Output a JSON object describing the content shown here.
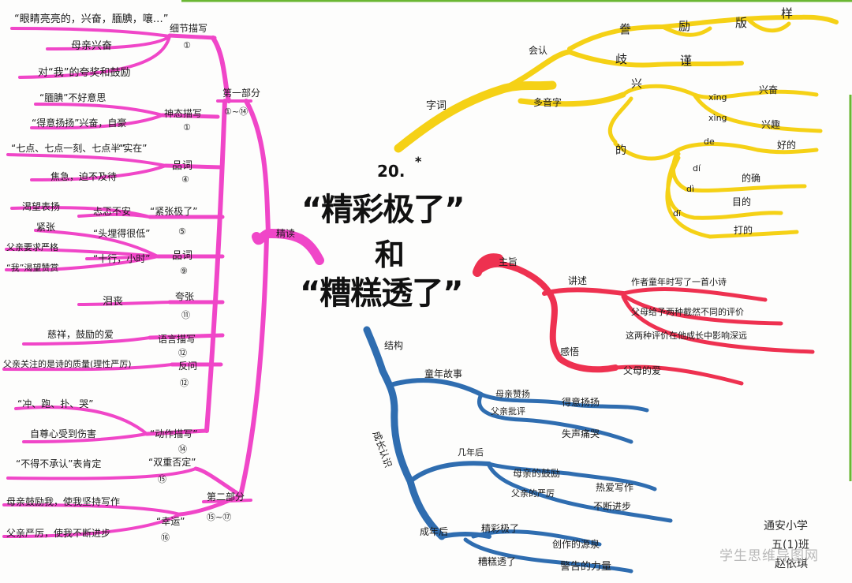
{
  "center": {
    "number": "20.",
    "star": "*",
    "line1": "“精彩极了”",
    "line2": "和",
    "line3": "“糟糕透了”"
  },
  "colors": {
    "left_branch": "#f046c8",
    "characters_branch": "#f5d116",
    "theme_branch": "#ee3150",
    "structure_branch": "#2f6db0",
    "edge_green": "#6ab733"
  },
  "left": {
    "branch_label": "精读",
    "part1": {
      "label": "第一部分",
      "range": "①~⑭",
      "groups": [
        {
          "label": "细节描写",
          "num": "①",
          "items": [
            "“眼睛亮亮的，兴奋，腼腆，嚷…”",
            "母亲兴奋",
            "对“我”的夸奖和鼓励"
          ]
        },
        {
          "label": "神态描写",
          "num": "①",
          "items": [
            "“腼腆”不好意思",
            "“得意扬扬”兴奋，自豪"
          ]
        },
        {
          "label": "品词",
          "num": "④",
          "items": [
            "“七点、七点一刻、七点半”",
            "“实在”",
            "焦急，迫不及待"
          ]
        },
        {
          "label": "“紧张极了”",
          "num": "⑤",
          "items": [
            "渴望表扬",
            "忐忑不安"
          ]
        },
        {
          "label": "品词",
          "num": "⑨",
          "items": [
            "紧张",
            "“头埋得很低”",
            "父亲要求严格",
            "“我”渴望赞赏",
            "“十行，小时”"
          ]
        },
        {
          "label": "夸张",
          "num": "⑪",
          "items": [
            "泪丧"
          ]
        },
        {
          "label": "语言描写",
          "num": "⑫",
          "items": [
            "慈祥，鼓励的爱"
          ]
        },
        {
          "label": "反问",
          "num": "⑫",
          "items": [
            "父亲关注的是诗的质量(理性严厉)"
          ]
        },
        {
          "label": "“动作描写”",
          "num": "⑭",
          "items": [
            "“冲、跑、扑、哭”",
            "自尊心受到伤害"
          ]
        }
      ]
    },
    "part2": {
      "label": "第二部分",
      "range": "⑮~⑰",
      "groups": [
        {
          "label": "“双重否定”",
          "num": "⑮",
          "items": [
            "“不得不承认”表肯定"
          ]
        },
        {
          "label": "“幸运”",
          "num": "⑯",
          "items": [
            "母亲鼓励我，使我坚持写作",
            "父亲严厉，使我不断进步"
          ]
        }
      ]
    }
  },
  "characters": {
    "branch_label": "字词",
    "recognize": {
      "label": "会认",
      "chars": [
        "誊",
        "励",
        "版",
        "样",
        "歧",
        "谨"
      ]
    },
    "polyphonic": {
      "label": "多音字",
      "groups": [
        {
          "char": "兴",
          "readings": [
            {
              "py": "xīng",
              "word": "兴奋"
            },
            {
              "py": "xìng",
              "word": "兴趣"
            }
          ]
        },
        {
          "char": "的",
          "readings": [
            {
              "py": "de",
              "word": "好的"
            },
            {
              "py": "dí",
              "word": "的确"
            },
            {
              "py": "dì",
              "word": "目的"
            },
            {
              "py": "dī",
              "word": "打的"
            }
          ]
        }
      ]
    }
  },
  "theme": {
    "branch_label": "主旨",
    "narrate": {
      "label": "讲述",
      "items": [
        "作者童年时写了一首小诗",
        "父母给予两种截然不同的评价",
        "这两种评价在他成长中影响深远"
      ]
    },
    "feel": {
      "label": "感悟",
      "items": [
        "父母的爱"
      ]
    }
  },
  "structure": {
    "branch_label": "结构",
    "childhood": {
      "label": "童年故事",
      "items": [
        {
          "k": "母亲赞扬",
          "v": "得意扬扬"
        },
        {
          "k": "父亲批评",
          "v": "失声痛哭"
        }
      ]
    },
    "growth": {
      "label": "成长认识",
      "sub": "几年后",
      "items": [
        {
          "k": "母亲的鼓励",
          "v": "热爱写作"
        },
        {
          "k": "父亲的严厉",
          "v": "不断进步"
        }
      ]
    },
    "adult": {
      "label": "成年后",
      "items": [
        {
          "k": "精彩极了",
          "v": "创作的源泉"
        },
        {
          "k": "糟糕透了",
          "v": "警告的力量"
        }
      ]
    }
  },
  "signature": {
    "school": "通安小学",
    "class": "五(1)班",
    "name": "赵依琪"
  },
  "watermark": "学生思维导图网"
}
